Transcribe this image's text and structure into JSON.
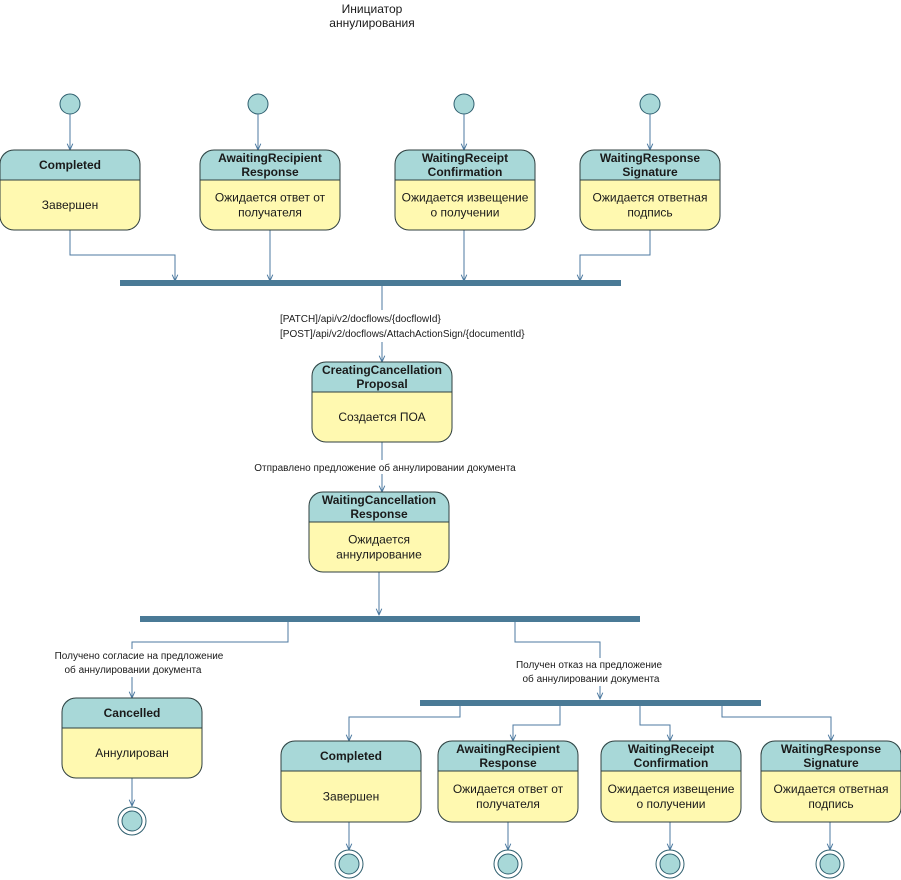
{
  "header": {
    "line1": "Инициатор",
    "line2": "аннулирования"
  },
  "colors": {
    "state_header": "#a8d8d8",
    "state_body": "#fff9b0",
    "state_border": "#2f3f3f",
    "bar": "#4a7a96",
    "edge": "#4d7aa0",
    "circle": "#a8d8d8"
  },
  "states": {
    "top_completed": {
      "title": [
        "Completed"
      ],
      "body": [
        "Завершен"
      ]
    },
    "top_awaiting": {
      "title": [
        "AwaitingRecipient",
        "Response"
      ],
      "body": [
        "Ожидается ответ от",
        "получателя"
      ]
    },
    "top_receipt": {
      "title": [
        "WaitingReceipt",
        "Confirmation"
      ],
      "body": [
        "Ожидается извещение",
        "о получении"
      ]
    },
    "top_signature": {
      "title": [
        "WaitingResponse",
        "Signature"
      ],
      "body": [
        "Ожидается ответная",
        "подпись"
      ]
    },
    "creating": {
      "title": [
        "CreatingCancellation",
        "Proposal"
      ],
      "body": [
        "Создается ПОА"
      ]
    },
    "waiting_cancel": {
      "title": [
        "WaitingCancellation",
        "Response"
      ],
      "body": [
        "Ожидается",
        "аннулирование"
      ]
    },
    "cancelled": {
      "title": [
        "Cancelled"
      ],
      "body": [
        "Аннулирован"
      ]
    },
    "bot_completed": {
      "title": [
        "Completed"
      ],
      "body": [
        "Завершен"
      ]
    },
    "bot_awaiting": {
      "title": [
        "AwaitingRecipient",
        "Response"
      ],
      "body": [
        "Ожидается ответ от",
        "получателя"
      ]
    },
    "bot_receipt": {
      "title": [
        "WaitingReceipt",
        "Confirmation"
      ],
      "body": [
        "Ожидается извещение",
        "о получении"
      ]
    },
    "bot_signature": {
      "title": [
        "WaitingResponse",
        "Signature"
      ],
      "body": [
        "Ожидается ответная",
        "подпись"
      ]
    }
  },
  "labels": {
    "api_patch": "[PATCH]/api/v2/docflows/{docflowId}",
    "api_post": "[POST]/api/v2/docflows/AttachActionSign/{documentId}",
    "sent_proposal": "Отправлено предложение об аннулировании документа",
    "accepted": [
      "Получено согласие на предложение",
      "об аннулировании документа"
    ],
    "rejected": [
      "Получен отказ на предложение",
      "об аннулировании документа"
    ]
  }
}
